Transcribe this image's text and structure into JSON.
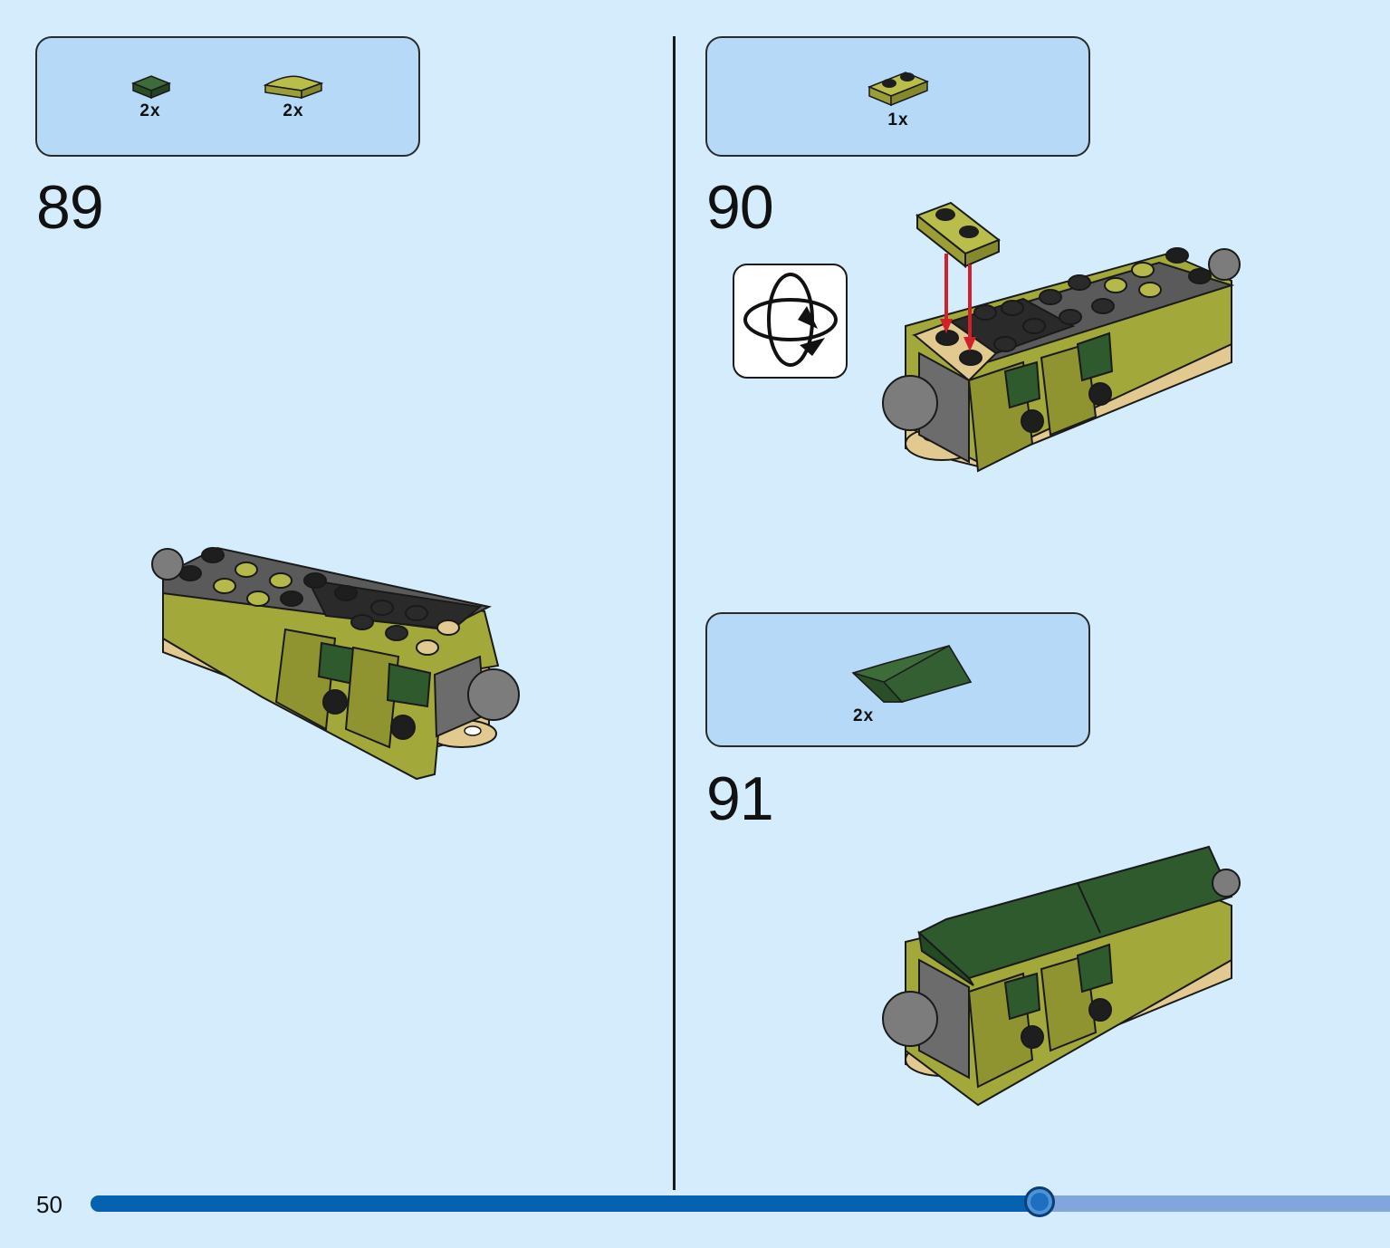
{
  "page": {
    "number": "50"
  },
  "progress": {
    "fraction": 0.73
  },
  "colors": {
    "background": "#d4ecfc",
    "callout": "#b5d9f6",
    "olive": "#a3a83a",
    "dark_green": "#2f5a2e",
    "tan": "#e2c98f",
    "dark_gray": "#555555",
    "black": "#1e1e1e",
    "light_gray": "#8a8a8a",
    "arrow_red": "#d0202a",
    "progress_fill": "#0661b0",
    "progress_track": "#82a6dc"
  },
  "steps": [
    {
      "number": "89",
      "parts": [
        {
          "quantity": "2x",
          "icon": "dark-green-tile-1x1-icon"
        },
        {
          "quantity": "2x",
          "icon": "olive-curved-slope-icon"
        }
      ]
    },
    {
      "number": "90",
      "rotate_icon": "rotate-model-icon",
      "parts": [
        {
          "quantity": "1x",
          "icon": "olive-plate-1x2-icon"
        }
      ]
    },
    {
      "number": "91",
      "parts": [
        {
          "quantity": "2x",
          "icon": "dark-green-slope-icon"
        }
      ]
    }
  ]
}
